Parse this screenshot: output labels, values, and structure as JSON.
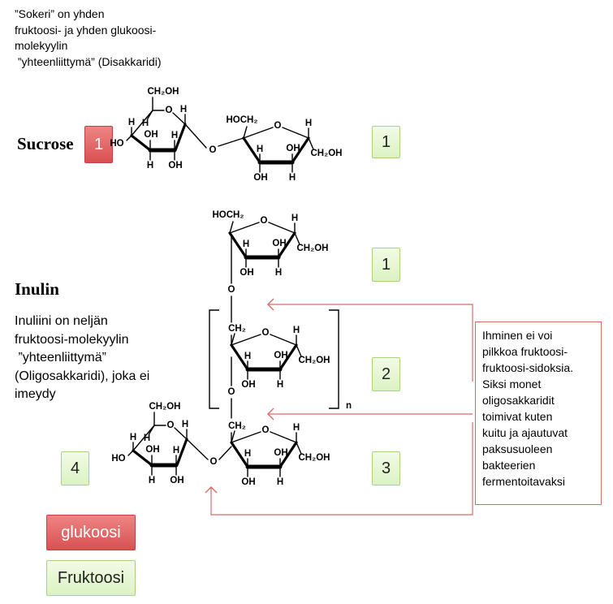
{
  "intro_text": "”Sokeri” on yhden\nfruktoosi- ja yhden glukoosi-\nmolekyylin\n ”yhteenliittymä” (Disakkaridi)",
  "sucrose_title": "Sucrose",
  "inulin_title": "Inulin",
  "inulin_desc": "Inuliini on neljän\nfruktoosi-molekyylin\n ”yhteenliittymä”\n(Oligosakkaridi), joka ei\nimeydy",
  "note_text": "Ihminen ei voi\npilkkoa fruktoosi-\nfruktoosi-sidoksia.\nSiksi monet\noligosakkaridit\ntoimivat kuten\nkuitu ja ajautuvat\npaksusuoleen\nbakteerien\nfermentoitavaksi",
  "badges": {
    "sucrose_glucose": "1",
    "sucrose_fructose": "1",
    "inulin_top": "1",
    "inulin_repeat": "2",
    "inulin_bottom": "3",
    "inulin_glucose": "4"
  },
  "legend": {
    "glucose": "glukoosi",
    "fructose": "Fruktoosi"
  },
  "chem": {
    "ch2oh": "CH₂OH",
    "hoch2": "HOCH₂",
    "ch2": "CH₂",
    "oh": "OH",
    "ho": "HO",
    "h": "H",
    "o": "O",
    "n": "n"
  },
  "colors": {
    "glucose": "#d95050",
    "fructose": "#dcf2c3",
    "arrow": "#d96b6b"
  }
}
